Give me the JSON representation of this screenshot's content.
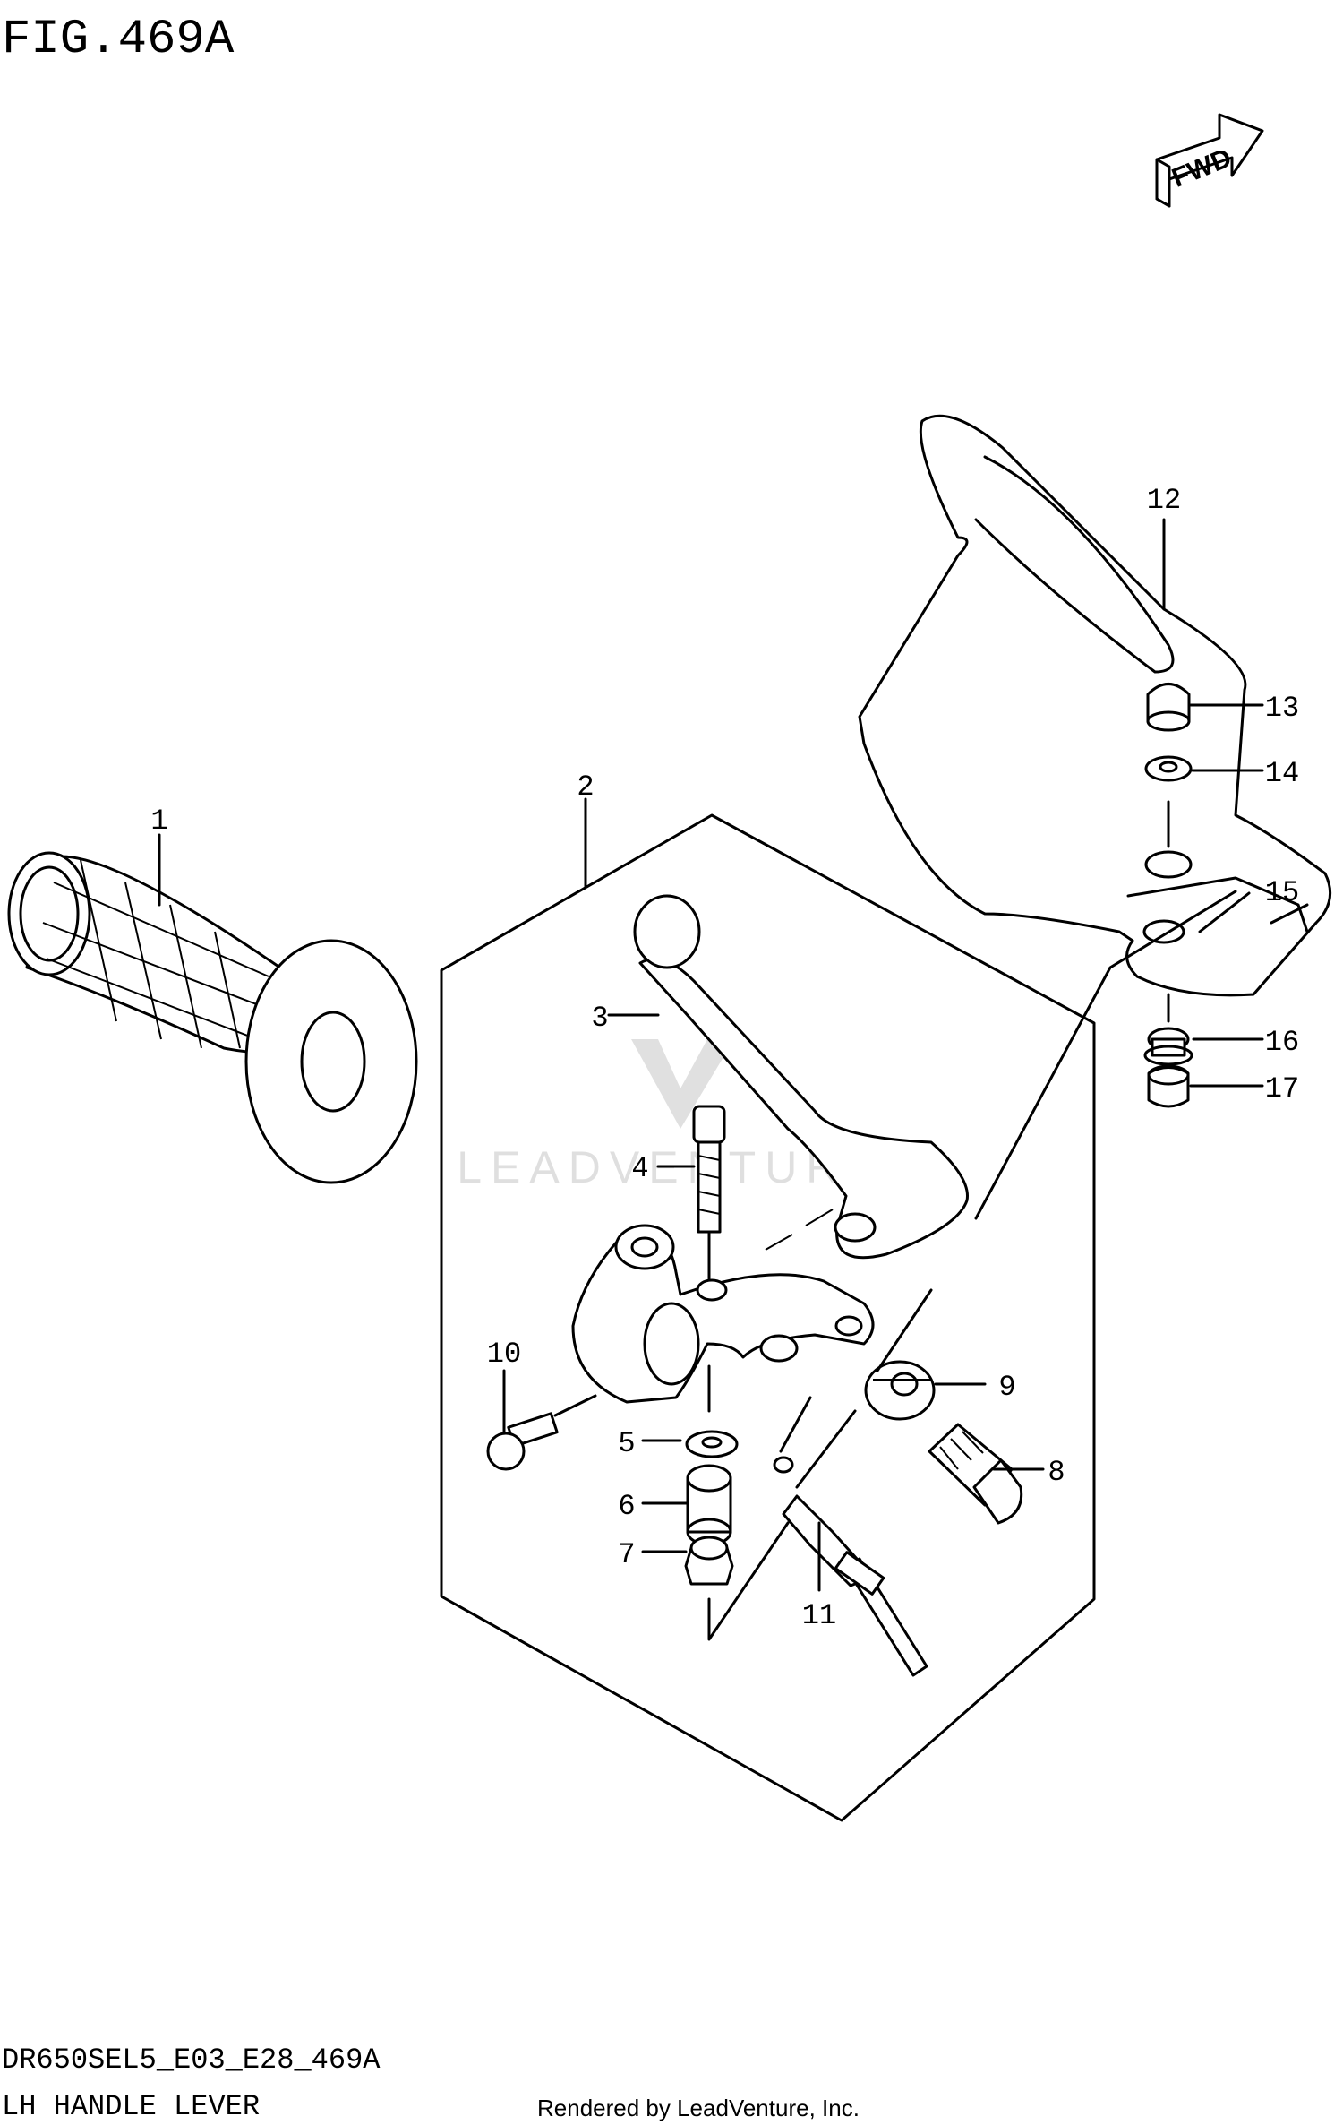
{
  "figure": {
    "title": "FIG.469A",
    "fwd_label": "FWD",
    "code": "DR650SEL5_E03_E28_469A",
    "name": "LH HANDLE LEVER",
    "credit": "Rendered by LeadVenture, Inc.",
    "watermark": "LEADVENTURE"
  },
  "callouts": [
    {
      "ref": "1"
    },
    {
      "ref": "2"
    },
    {
      "ref": "3"
    },
    {
      "ref": "4"
    },
    {
      "ref": "5"
    },
    {
      "ref": "6"
    },
    {
      "ref": "7"
    },
    {
      "ref": "8"
    },
    {
      "ref": "9"
    },
    {
      "ref": "10"
    },
    {
      "ref": "11"
    },
    {
      "ref": "12"
    },
    {
      "ref": "13"
    },
    {
      "ref": "14"
    },
    {
      "ref": "15"
    },
    {
      "ref": "16"
    },
    {
      "ref": "17"
    }
  ]
}
